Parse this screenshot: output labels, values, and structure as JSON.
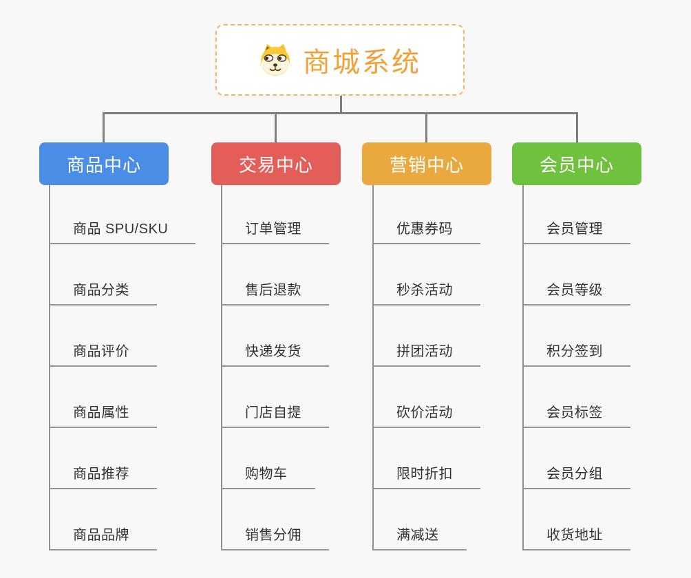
{
  "page": {
    "background": "#f8f8f8",
    "connector_color": "#7f7f7f"
  },
  "root": {
    "title": "商城系统",
    "icon": "dog-face-icon",
    "accent_color": "#f0a13a",
    "border_color": "#f2b564"
  },
  "branches": [
    {
      "id": "product-center",
      "label": "商品中心",
      "color": "#4a8de6",
      "items": [
        "商品 SPU/SKU",
        "商品分类",
        "商品评价",
        "商品属性",
        "商品推荐",
        "商品品牌"
      ]
    },
    {
      "id": "trade-center",
      "label": "交易中心",
      "color": "#e35d59",
      "items": [
        "订单管理",
        "售后退款",
        "快递发货",
        "门店自提",
        "购物车",
        "销售分佣"
      ]
    },
    {
      "id": "marketing-center",
      "label": "营销中心",
      "color": "#eaa93f",
      "items": [
        "优惠券码",
        "秒杀活动",
        "拼团活动",
        "砍价活动",
        "限时折扣",
        "满减送"
      ]
    },
    {
      "id": "member-center",
      "label": "会员中心",
      "color": "#6fc13e",
      "items": [
        "会员管理",
        "会员等级",
        "积分签到",
        "会员标签",
        "会员分组",
        "收货地址"
      ]
    }
  ]
}
